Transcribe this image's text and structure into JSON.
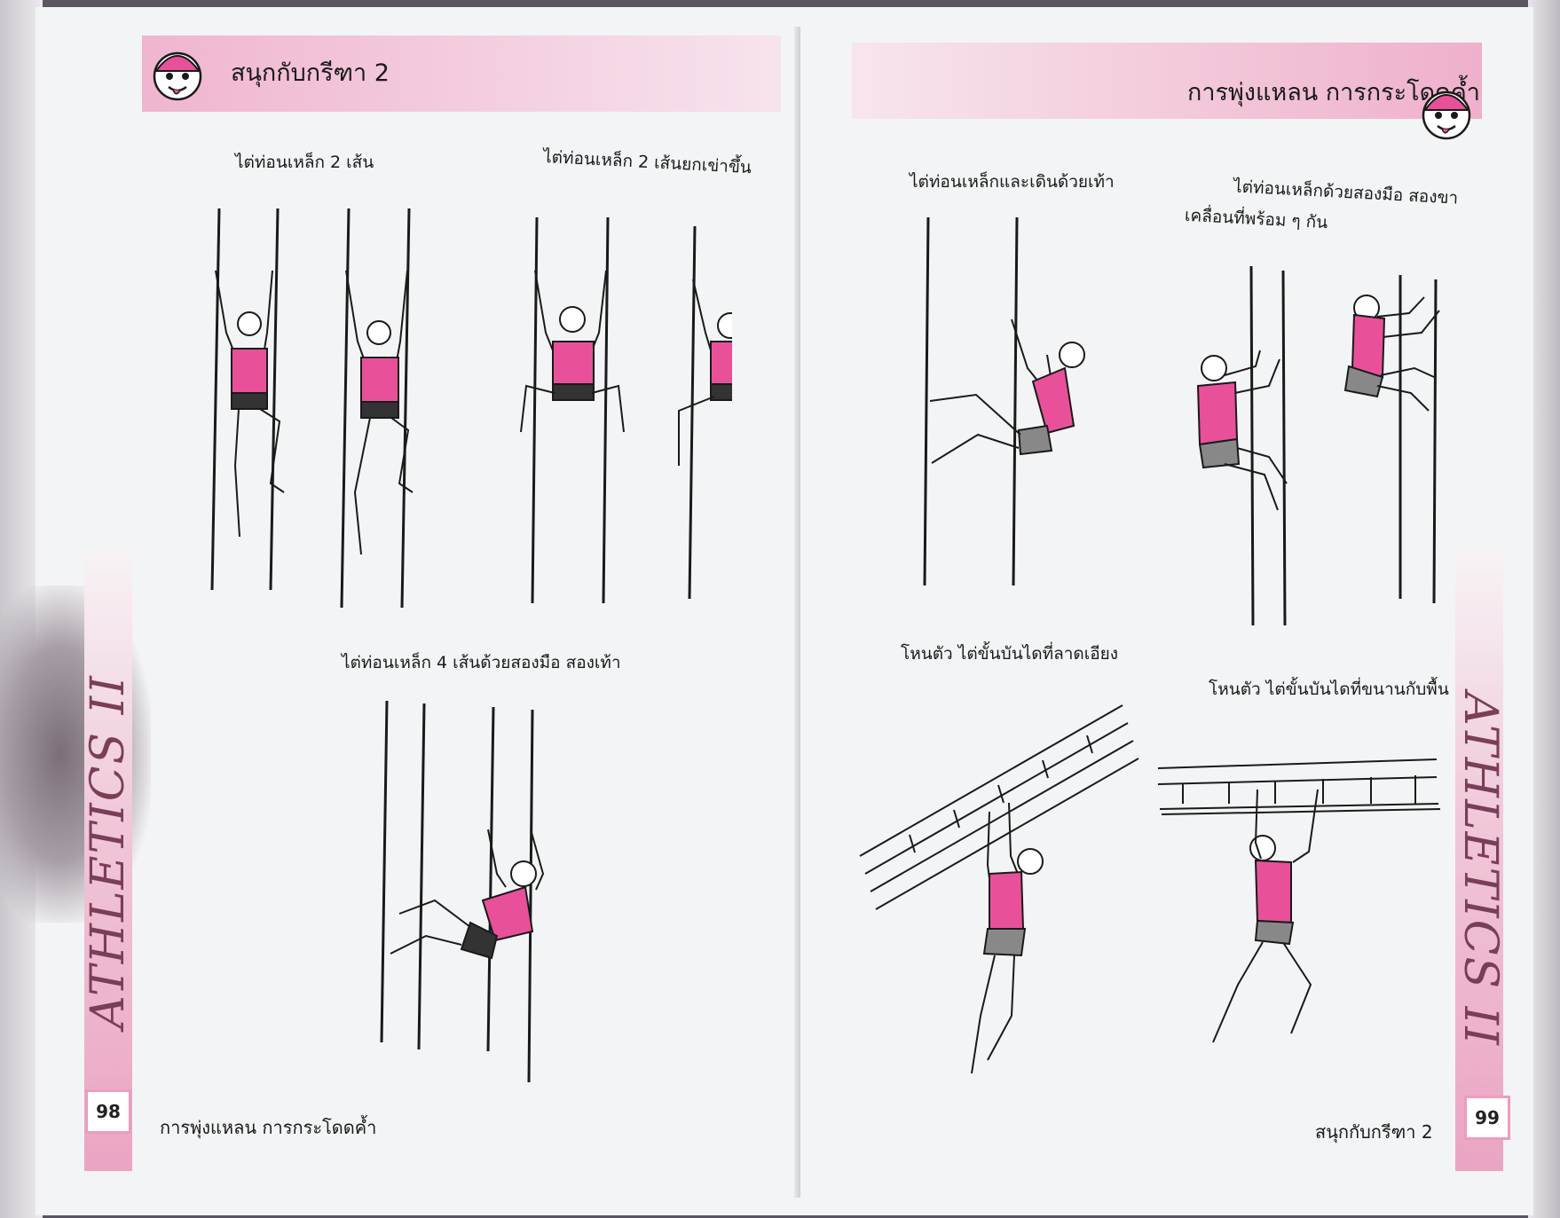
{
  "left_page": {
    "header_title": "สนุกกับกรีฑา 2",
    "side_text": "ATHLETICS II",
    "page_number": "98",
    "footer_text": "การพุ่งแหลน การกระโดดค้ำ",
    "captions": {
      "two_poles": "ไต่ท่อนเหล็ก 2 เส้น",
      "two_poles_knees": "ไต่ท่อนเหล็ก 2 เส้นยกเข่าขึ้น",
      "four_poles": "ไต่ท่อนเหล็ก 4 เส้นด้วยสองมือ สองเท้า"
    }
  },
  "right_page": {
    "header_title": "การพุ่งแหลน การกระโดดค้ำ",
    "side_text": "ATHLETICS II",
    "page_number": "99",
    "footer_text": "สนุกกับกรีฑา 2",
    "captions": {
      "pole_walk": "ไต่ท่อนเหล็กและเดินด้วยเท้า",
      "hands_line1": "ไต่ท่อนเหล็กด้วยสองมือ  สองขา",
      "hands_line2": "เคลื่อนที่พร้อม ๆ กัน",
      "slanted_ladder": "โหนตัว ไต่ขั้นบันไดที่ลาดเอียง",
      "flat_ladder": "โหนตัว ไต่ขั้นบันไดที่ขนานกับพื้น"
    }
  },
  "colors": {
    "accent_pink": "#e8519a",
    "banner_pink": "#efb0cb",
    "ink": "#1a1a1a"
  },
  "icons": [
    "mascot-face-icon"
  ]
}
